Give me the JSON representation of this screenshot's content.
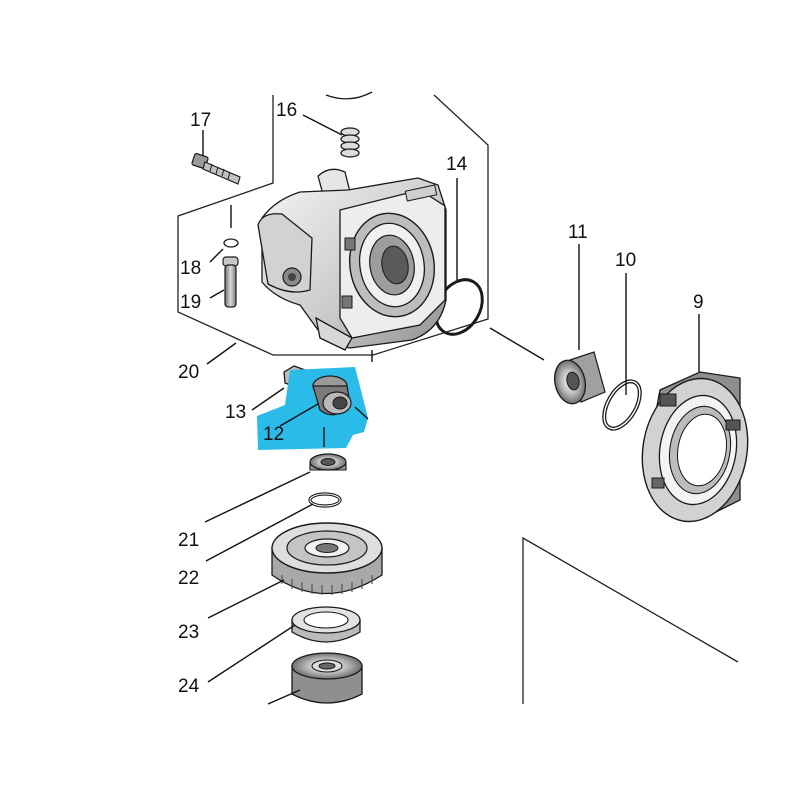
{
  "highlight_color": "#2bbbe8",
  "callouts": {
    "p9": "9",
    "p10": "10",
    "p11": "11",
    "p12": "12",
    "p13": "13",
    "p14": "14",
    "p16": "16",
    "p17": "17",
    "p18": "18",
    "p19": "19",
    "p20": "20",
    "p21": "21",
    "p22": "22",
    "p23": "23",
    "p24": "24"
  }
}
